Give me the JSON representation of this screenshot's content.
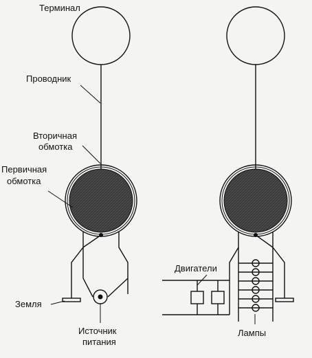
{
  "labels": {
    "terminal": "Терминал",
    "conductor": "Проводник",
    "secondary_1": "Вторичная",
    "secondary_2": "обмотка",
    "primary_1": "Первичная",
    "primary_2": "обмотка",
    "ground": "Земля",
    "source_1": "Источник",
    "source_2": "питания",
    "motors": "Двигатели",
    "lamps": "Лампы"
  },
  "colors": {
    "coil_fill": "#3a3a3a",
    "line": "#111111",
    "background": "#f4f4f2"
  }
}
